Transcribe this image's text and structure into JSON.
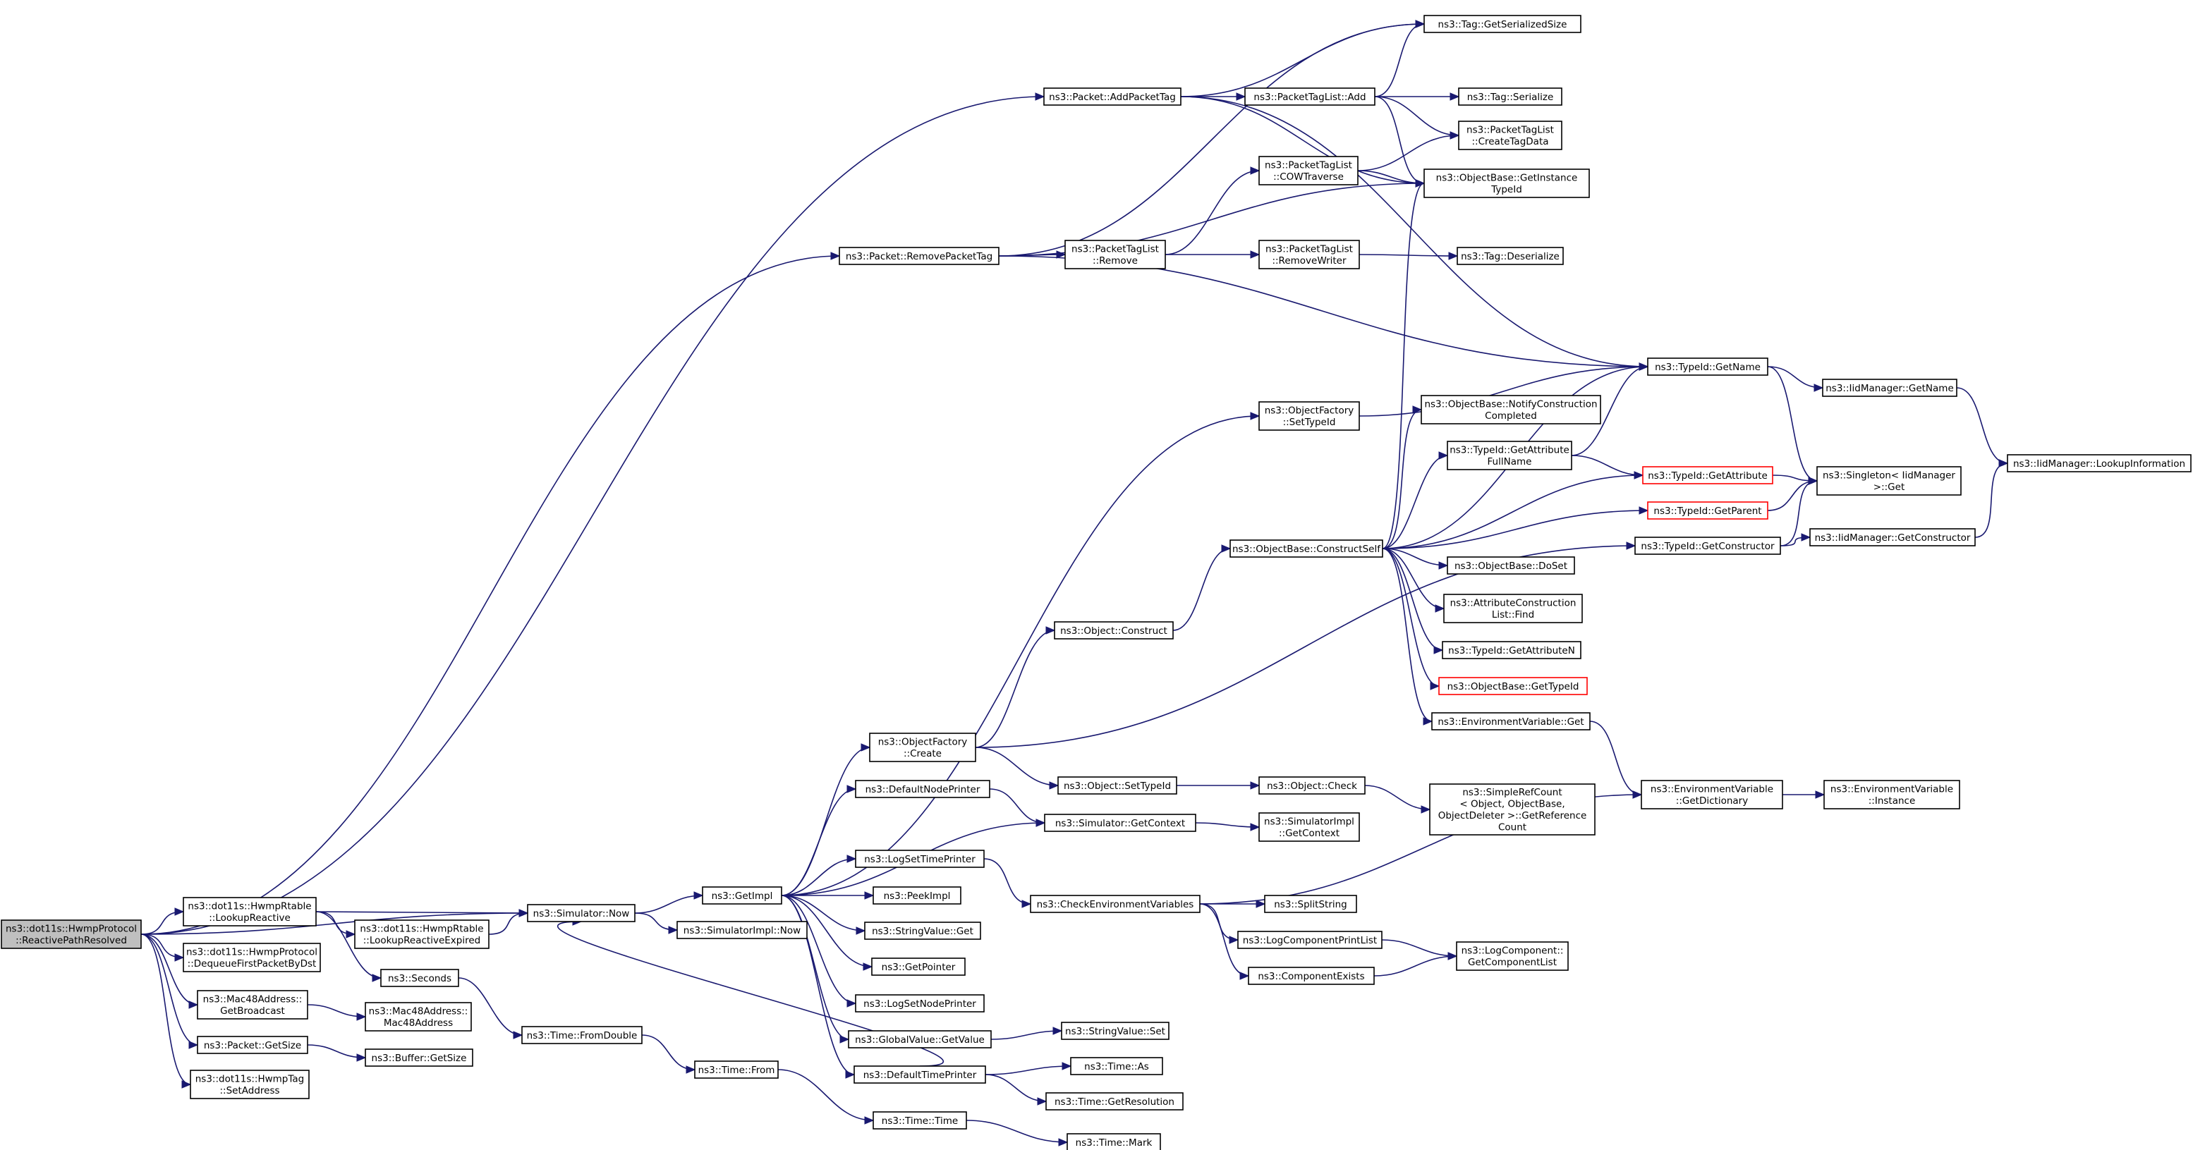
{
  "colors": {
    "edge": "#191970",
    "root_fill": "#bfbfbf",
    "missing_doc_border": "#ff0000"
  },
  "nodes": [
    {
      "id": "root",
      "lines": [
        "ns3::dot11s::HwmpProtocol",
        "::ReactivePathResolved"
      ],
      "style": "root"
    },
    {
      "id": "lookupReactive",
      "lines": [
        "ns3::dot11s::HwmpRtable",
        "::LookupReactive"
      ]
    },
    {
      "id": "dequeue",
      "lines": [
        "ns3::dot11s::HwmpProtocol",
        "::DequeueFirstPacketByDst"
      ]
    },
    {
      "id": "getBroadcast",
      "lines": [
        "ns3::Mac48Address::",
        "GetBroadcast"
      ]
    },
    {
      "id": "packetGetSize",
      "lines": [
        "ns3::Packet::GetSize"
      ]
    },
    {
      "id": "hwmpTagSetAddress",
      "lines": [
        "ns3::dot11s::HwmpTag",
        "::SetAddress"
      ]
    },
    {
      "id": "lookupReactiveExpired",
      "lines": [
        "ns3::dot11s::HwmpRtable",
        "::LookupReactiveExpired"
      ]
    },
    {
      "id": "seconds",
      "lines": [
        "ns3::Seconds"
      ]
    },
    {
      "id": "mac48Address",
      "lines": [
        "ns3::Mac48Address::",
        "Mac48Address"
      ]
    },
    {
      "id": "bufferGetSize",
      "lines": [
        "ns3::Buffer::GetSize"
      ]
    },
    {
      "id": "simulatorNow",
      "lines": [
        "ns3::Simulator::Now"
      ]
    },
    {
      "id": "timeFromDouble",
      "lines": [
        "ns3::Time::FromDouble"
      ]
    },
    {
      "id": "simImplNow",
      "lines": [
        "ns3::SimulatorImpl::Now"
      ]
    },
    {
      "id": "getImpl",
      "lines": [
        "ns3::GetImpl"
      ]
    },
    {
      "id": "timeFrom",
      "lines": [
        "ns3::Time::From"
      ]
    },
    {
      "id": "timeTime",
      "lines": [
        "ns3::Time::Time"
      ]
    },
    {
      "id": "timeMark",
      "lines": [
        "ns3::Time::Mark"
      ]
    },
    {
      "id": "objFactoryCreate",
      "lines": [
        "ns3::ObjectFactory",
        "::Create"
      ]
    },
    {
      "id": "defaultNodePrinter",
      "lines": [
        "ns3::DefaultNodePrinter"
      ]
    },
    {
      "id": "logSetTimePrinter",
      "lines": [
        "ns3::LogSetTimePrinter"
      ]
    },
    {
      "id": "peekImpl",
      "lines": [
        "ns3::PeekImpl"
      ]
    },
    {
      "id": "stringValueGet",
      "lines": [
        "ns3::StringValue::Get"
      ]
    },
    {
      "id": "getPointer",
      "lines": [
        "ns3::GetPointer"
      ]
    },
    {
      "id": "logSetNodePrinter",
      "lines": [
        "ns3::LogSetNodePrinter"
      ]
    },
    {
      "id": "globalValueGetValue",
      "lines": [
        "ns3::GlobalValue::GetValue"
      ]
    },
    {
      "id": "defaultTimePrinter",
      "lines": [
        "ns3::DefaultTimePrinter"
      ]
    },
    {
      "id": "stringValueSet",
      "lines": [
        "ns3::StringValue::Set"
      ]
    },
    {
      "id": "timeAs",
      "lines": [
        "ns3::Time::As"
      ]
    },
    {
      "id": "timeGetResolution",
      "lines": [
        "ns3::Time::GetResolution"
      ]
    },
    {
      "id": "objectConstruct",
      "lines": [
        "ns3::Object::Construct"
      ]
    },
    {
      "id": "objectSetTypeId",
      "lines": [
        "ns3::Object::SetTypeId"
      ]
    },
    {
      "id": "simGetContext",
      "lines": [
        "ns3::Simulator::GetContext"
      ]
    },
    {
      "id": "checkEnvVars",
      "lines": [
        "ns3::CheckEnvironmentVariables"
      ]
    },
    {
      "id": "objFactorySetTypeId",
      "lines": [
        "ns3::ObjectFactory",
        "::SetTypeId"
      ]
    },
    {
      "id": "objectCheck",
      "lines": [
        "ns3::Object::Check"
      ]
    },
    {
      "id": "simImplGetContext",
      "lines": [
        "ns3::SimulatorImpl",
        "::GetContext"
      ]
    },
    {
      "id": "splitString",
      "lines": [
        "ns3::SplitString"
      ]
    },
    {
      "id": "logComponentPrintList",
      "lines": [
        "ns3::LogComponentPrintList"
      ]
    },
    {
      "id": "componentExists",
      "lines": [
        "ns3::ComponentExists"
      ]
    },
    {
      "id": "constructSelf",
      "lines": [
        "ns3::ObjectBase::ConstructSelf"
      ]
    },
    {
      "id": "simpleRefCount",
      "lines": [
        "ns3::SimpleRefCount",
        "< Object, ObjectBase,",
        "ObjectDeleter >::GetReference",
        "Count"
      ]
    },
    {
      "id": "logCompGetList",
      "lines": [
        "ns3::LogComponent::",
        "GetComponentList"
      ]
    },
    {
      "id": "notifyConstruction",
      "lines": [
        "ns3::ObjectBase::NotifyConstruction",
        "Completed"
      ]
    },
    {
      "id": "getAttrFullName",
      "lines": [
        "ns3::TypeId::GetAttribute",
        "FullName"
      ]
    },
    {
      "id": "doSet",
      "lines": [
        "ns3::ObjectBase::DoSet"
      ]
    },
    {
      "id": "attrConstructionFind",
      "lines": [
        "ns3::AttributeConstruction",
        "List::Find"
      ]
    },
    {
      "id": "getAttributeN",
      "lines": [
        "ns3::TypeId::GetAttributeN"
      ]
    },
    {
      "id": "objBaseGetTypeId",
      "lines": [
        "ns3::ObjectBase::GetTypeId"
      ],
      "style": "red"
    },
    {
      "id": "envVarGet",
      "lines": [
        "ns3::EnvironmentVariable::Get"
      ]
    },
    {
      "id": "typeIdGetName",
      "lines": [
        "ns3::TypeId::GetName"
      ]
    },
    {
      "id": "typeIdGetAttribute",
      "lines": [
        "ns3::TypeId::GetAttribute"
      ],
      "style": "red"
    },
    {
      "id": "typeIdGetParent",
      "lines": [
        "ns3::TypeId::GetParent"
      ],
      "style": "red"
    },
    {
      "id": "typeIdGetConstructor",
      "lines": [
        "ns3::TypeId::GetConstructor"
      ]
    },
    {
      "id": "envVarGetDictionary",
      "lines": [
        "ns3::EnvironmentVariable",
        "::GetDictionary"
      ]
    },
    {
      "id": "iidManagerGetName",
      "lines": [
        "ns3::IidManager::GetName"
      ]
    },
    {
      "id": "singletonGet",
      "lines": [
        "ns3::Singleton< IidManager",
        ">::Get"
      ]
    },
    {
      "id": "iidManagerGetConstructor",
      "lines": [
        "ns3::IidManager::GetConstructor"
      ]
    },
    {
      "id": "envVarInstance",
      "lines": [
        "ns3::EnvironmentVariable",
        "::Instance"
      ]
    },
    {
      "id": "iidManagerLookupInfo",
      "lines": [
        "ns3::IidManager::LookupInformation"
      ]
    },
    {
      "id": "removePacketTag",
      "lines": [
        "ns3::Packet::RemovePacketTag"
      ]
    },
    {
      "id": "addPacketTag",
      "lines": [
        "ns3::Packet::AddPacketTag"
      ]
    },
    {
      "id": "packetTagListRemove",
      "lines": [
        "ns3::PacketTagList",
        "::Remove"
      ]
    },
    {
      "id": "packetTagListAdd",
      "lines": [
        "ns3::PacketTagList::Add"
      ]
    },
    {
      "id": "cowTraverse",
      "lines": [
        "ns3::PacketTagList",
        "::COWTraverse"
      ]
    },
    {
      "id": "removeWriter",
      "lines": [
        "ns3::PacketTagList",
        "::RemoveWriter"
      ]
    },
    {
      "id": "tagGetSerializedSize",
      "lines": [
        "ns3::Tag::GetSerializedSize"
      ]
    },
    {
      "id": "tagSerialize",
      "lines": [
        "ns3::Tag::Serialize"
      ]
    },
    {
      "id": "createTagData",
      "lines": [
        "ns3::PacketTagList",
        "::CreateTagData"
      ]
    },
    {
      "id": "getInstanceTypeId",
      "lines": [
        "ns3::ObjectBase::GetInstance",
        "TypeId"
      ]
    },
    {
      "id": "tagDeserialize",
      "lines": [
        "ns3::Tag::Deserialize"
      ]
    }
  ],
  "edges": [
    [
      "root",
      "addPacketTag"
    ],
    [
      "root",
      "removePacketTag"
    ],
    [
      "root",
      "simulatorNow"
    ],
    [
      "root",
      "lookupReactive"
    ],
    [
      "root",
      "dequeue"
    ],
    [
      "root",
      "getBroadcast"
    ],
    [
      "root",
      "packetGetSize"
    ],
    [
      "root",
      "hwmpTagSetAddress"
    ],
    [
      "lookupReactive",
      "simulatorNow"
    ],
    [
      "lookupReactive",
      "lookupReactiveExpired"
    ],
    [
      "lookupReactive",
      "seconds"
    ],
    [
      "lookupReactiveExpired",
      "simulatorNow"
    ],
    [
      "getBroadcast",
      "mac48Address"
    ],
    [
      "packetGetSize",
      "bufferGetSize"
    ],
    [
      "seconds",
      "timeFromDouble"
    ],
    [
      "timeFromDouble",
      "timeFrom"
    ],
    [
      "timeFrom",
      "timeTime"
    ],
    [
      "timeTime",
      "timeMark"
    ],
    [
      "simulatorNow",
      "getImpl"
    ],
    [
      "simulatorNow",
      "simImplNow"
    ],
    [
      "getImpl",
      "objFactorySetTypeId"
    ],
    [
      "getImpl",
      "objFactoryCreate"
    ],
    [
      "getImpl",
      "defaultNodePrinter"
    ],
    [
      "getImpl",
      "simGetContext"
    ],
    [
      "getImpl",
      "logSetTimePrinter"
    ],
    [
      "getImpl",
      "peekImpl"
    ],
    [
      "getImpl",
      "stringValueGet"
    ],
    [
      "getImpl",
      "getPointer"
    ],
    [
      "getImpl",
      "logSetNodePrinter"
    ],
    [
      "getImpl",
      "globalValueGetValue"
    ],
    [
      "getImpl",
      "defaultTimePrinter"
    ],
    [
      "defaultTimePrinter",
      "simulatorNow"
    ],
    [
      "defaultTimePrinter",
      "timeAs"
    ],
    [
      "defaultTimePrinter",
      "timeGetResolution"
    ],
    [
      "globalValueGetValue",
      "stringValueSet"
    ],
    [
      "logSetTimePrinter",
      "checkEnvVars"
    ],
    [
      "checkEnvVars",
      "envVarGetDictionary"
    ],
    [
      "checkEnvVars",
      "splitString"
    ],
    [
      "checkEnvVars",
      "logComponentPrintList"
    ],
    [
      "checkEnvVars",
      "componentExists"
    ],
    [
      "logComponentPrintList",
      "logCompGetList"
    ],
    [
      "componentExists",
      "logCompGetList"
    ],
    [
      "defaultNodePrinter",
      "simGetContext"
    ],
    [
      "simGetContext",
      "simImplGetContext"
    ],
    [
      "objFactoryCreate",
      "objectConstruct"
    ],
    [
      "objFactoryCreate",
      "objectSetTypeId"
    ],
    [
      "objFactoryCreate",
      "typeIdGetConstructor"
    ],
    [
      "objectSetTypeId",
      "objectCheck"
    ],
    [
      "objectCheck",
      "simpleRefCount"
    ],
    [
      "objectConstruct",
      "constructSelf"
    ],
    [
      "objFactorySetTypeId",
      "typeIdGetName"
    ],
    [
      "constructSelf",
      "typeIdGetName"
    ],
    [
      "constructSelf",
      "getInstanceTypeId"
    ],
    [
      "constructSelf",
      "notifyConstruction"
    ],
    [
      "constructSelf",
      "getAttrFullName"
    ],
    [
      "constructSelf",
      "typeIdGetAttribute"
    ],
    [
      "constructSelf",
      "typeIdGetParent"
    ],
    [
      "constructSelf",
      "doSet"
    ],
    [
      "constructSelf",
      "attrConstructionFind"
    ],
    [
      "constructSelf",
      "getAttributeN"
    ],
    [
      "constructSelf",
      "objBaseGetTypeId"
    ],
    [
      "constructSelf",
      "envVarGet"
    ],
    [
      "envVarGet",
      "envVarGetDictionary"
    ],
    [
      "envVarGetDictionary",
      "envVarInstance"
    ],
    [
      "getAttrFullName",
      "typeIdGetName"
    ],
    [
      "getAttrFullName",
      "typeIdGetAttribute"
    ],
    [
      "typeIdGetName",
      "iidManagerGetName"
    ],
    [
      "typeIdGetName",
      "singletonGet"
    ],
    [
      "iidManagerGetName",
      "iidManagerLookupInfo"
    ],
    [
      "typeIdGetAttribute",
      "singletonGet"
    ],
    [
      "typeIdGetParent",
      "singletonGet"
    ],
    [
      "typeIdGetConstructor",
      "singletonGet"
    ],
    [
      "typeIdGetConstructor",
      "iidManagerGetConstructor"
    ],
    [
      "iidManagerGetConstructor",
      "iidManagerLookupInfo"
    ],
    [
      "removePacketTag",
      "tagGetSerializedSize"
    ],
    [
      "removePacketTag",
      "packetTagListRemove"
    ],
    [
      "removePacketTag",
      "getInstanceTypeId"
    ],
    [
      "removePacketTag",
      "typeIdGetName"
    ],
    [
      "packetTagListRemove",
      "cowTraverse"
    ],
    [
      "packetTagListRemove",
      "removeWriter"
    ],
    [
      "cowTraverse",
      "createTagData"
    ],
    [
      "cowTraverse",
      "getInstanceTypeId"
    ],
    [
      "removeWriter",
      "tagDeserialize"
    ],
    [
      "addPacketTag",
      "tagGetSerializedSize"
    ],
    [
      "addPacketTag",
      "packetTagListAdd"
    ],
    [
      "addPacketTag",
      "getInstanceTypeId"
    ],
    [
      "addPacketTag",
      "typeIdGetName"
    ],
    [
      "packetTagListAdd",
      "tagGetSerializedSize"
    ],
    [
      "packetTagListAdd",
      "tagSerialize"
    ],
    [
      "packetTagListAdd",
      "createTagData"
    ],
    [
      "packetTagListAdd",
      "getInstanceTypeId"
    ]
  ]
}
